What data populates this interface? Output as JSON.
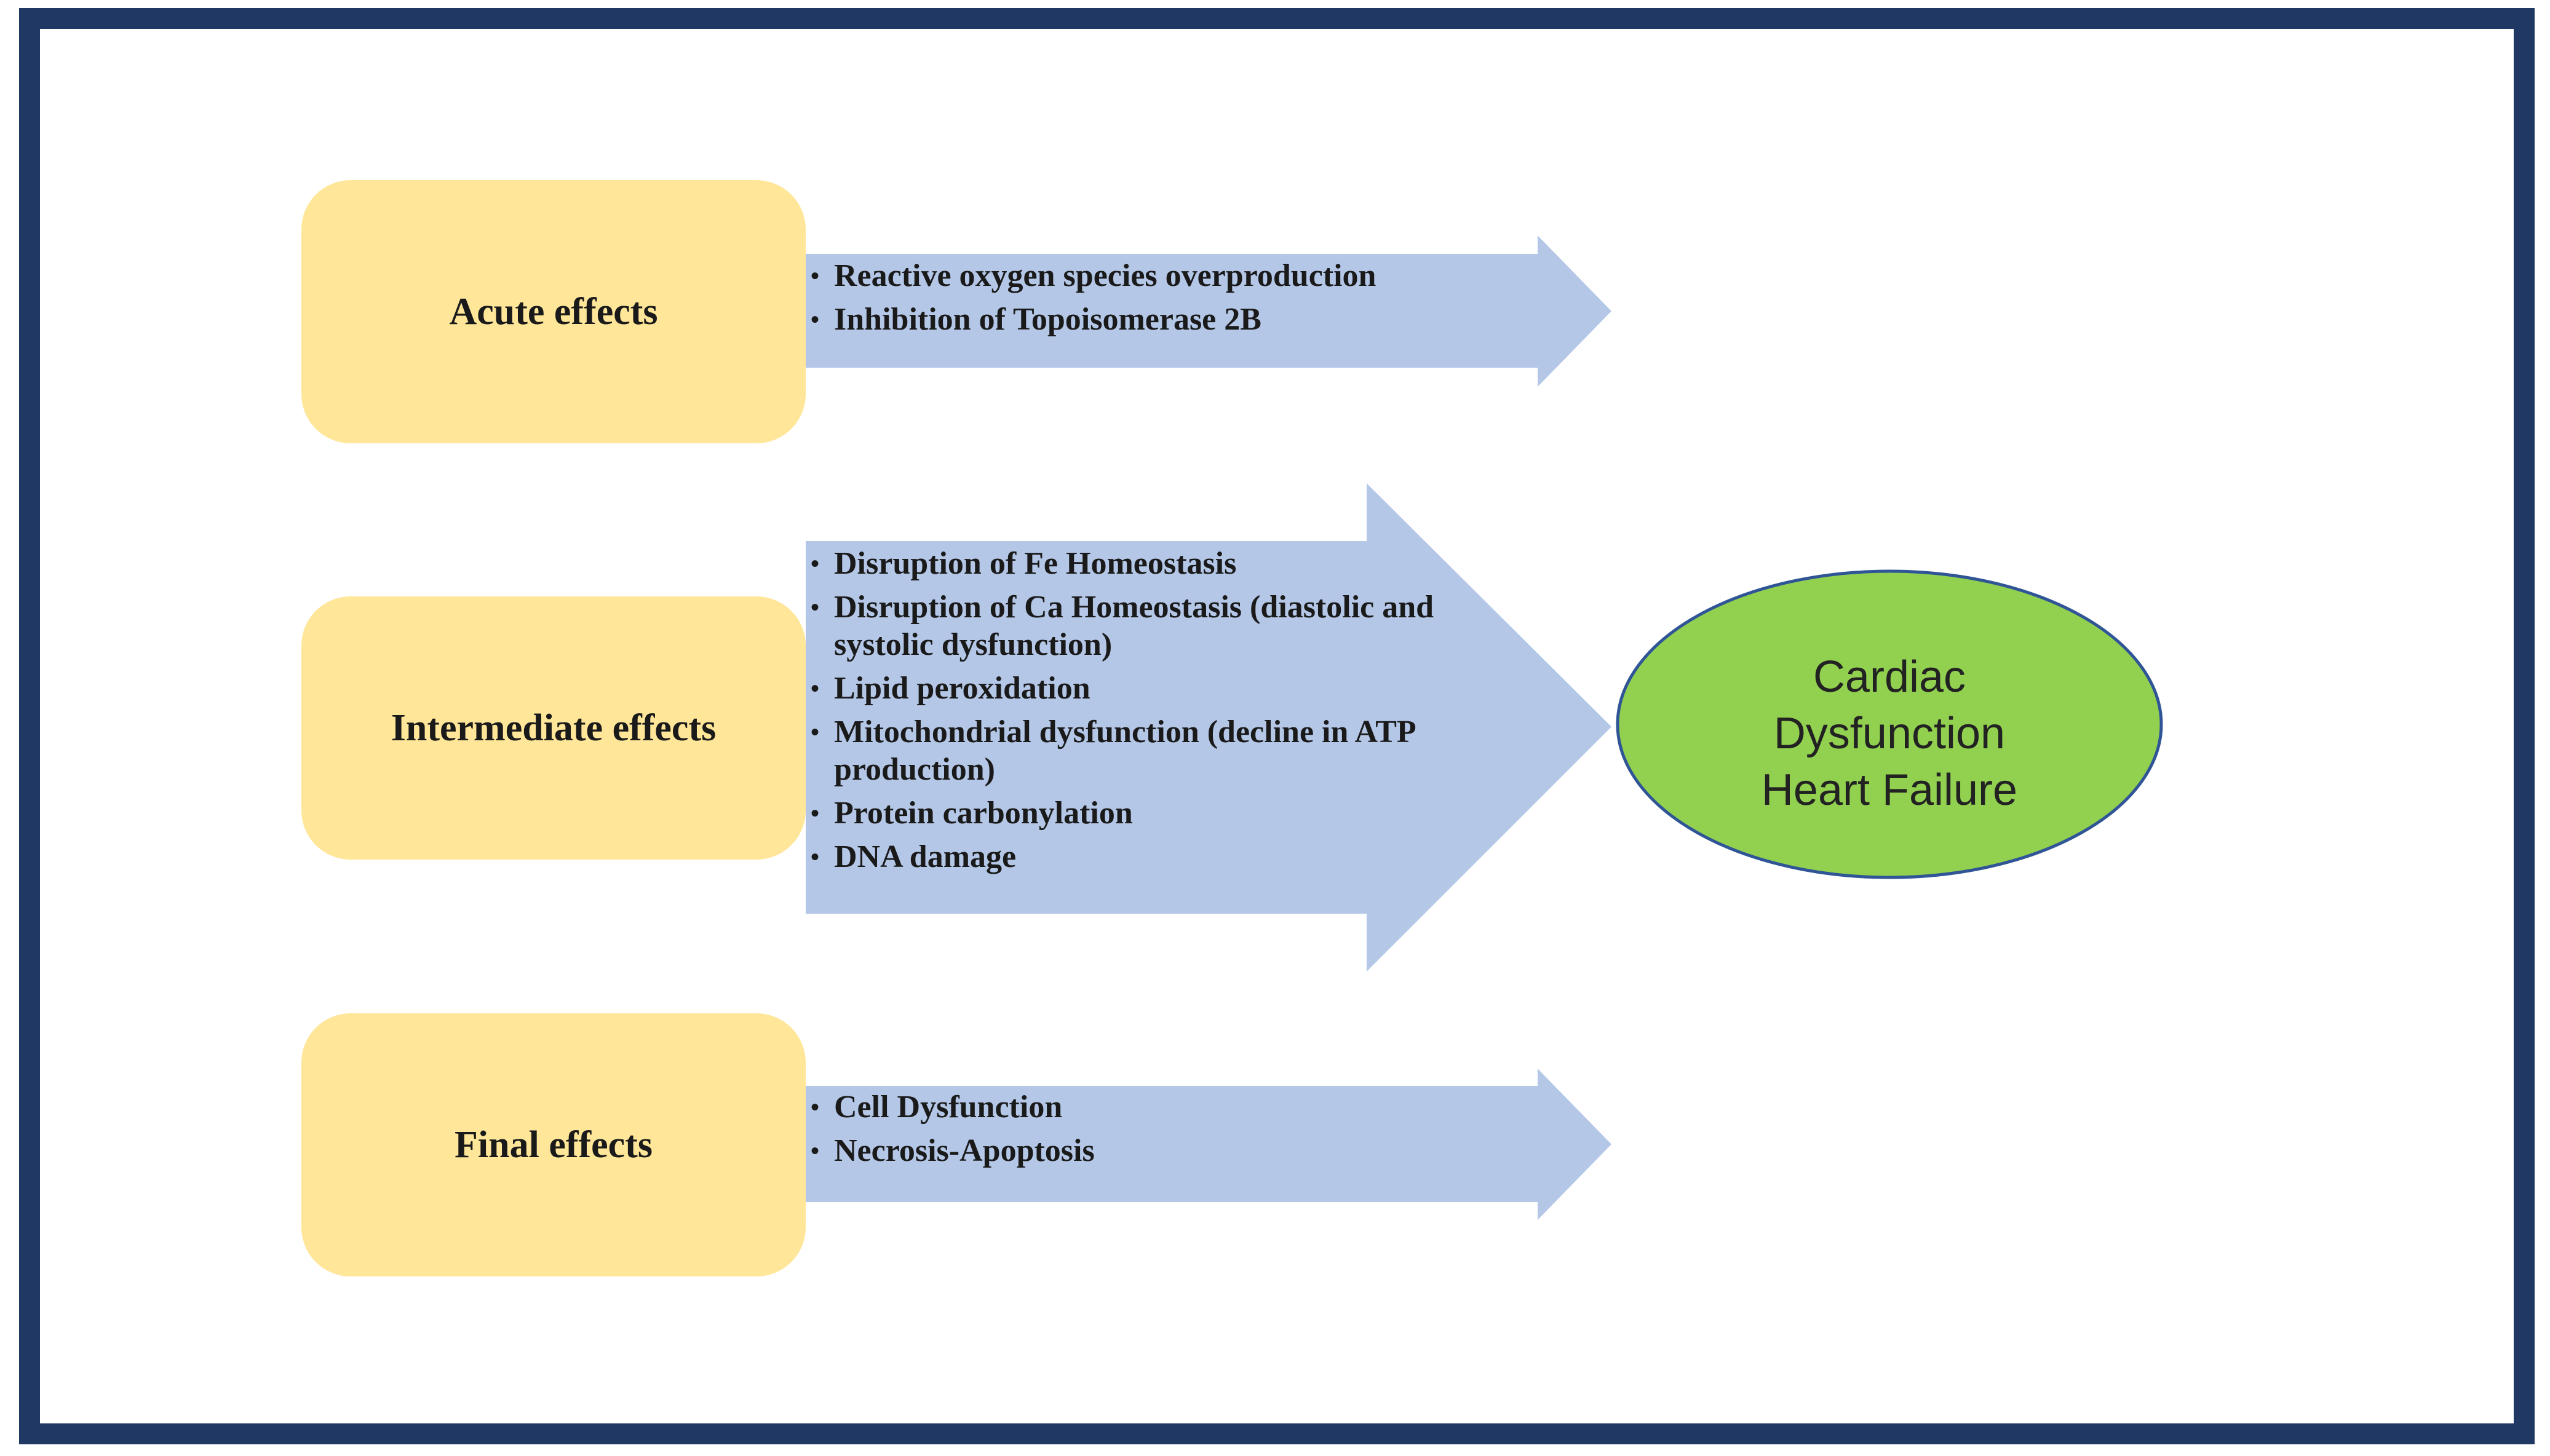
{
  "colors": {
    "border": "#1f3864",
    "box_fill": "#ffe699",
    "arrow_fill": "#b4c7e7",
    "ellipse_fill": "#92d050",
    "ellipse_stroke": "#2f5597"
  },
  "stages": [
    {
      "label": "Acute effects",
      "items": [
        "Reactive oxygen species overproduction",
        "Inhibition  of Topoisomerase 2B"
      ]
    },
    {
      "label": "Intermediate  effects",
      "items": [
        "Disruption  of Fe Homeostasis",
        "Disruption  of Ca Homeostasis (diastolic  and systolic  dysfunction)",
        "Lipid  peroxidation",
        "Mitochondrial dysfunction (decline in ATP production)",
        "Protein carbonylation",
        "DNA damage"
      ]
    },
    {
      "label": "Final effects",
      "items": [
        "Cell Dysfunction",
        "Necrosis-Apoptosis"
      ]
    }
  ],
  "outcome": {
    "lines": [
      "Cardiac",
      "Dysfunction",
      "Heart Failure"
    ]
  }
}
